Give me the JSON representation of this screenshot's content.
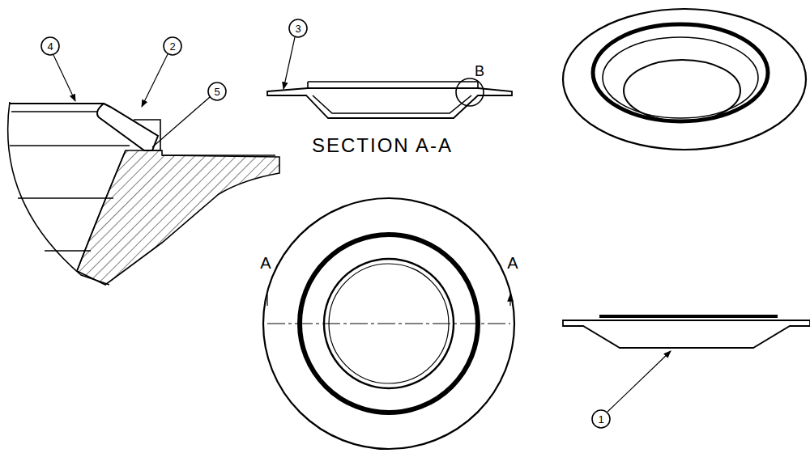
{
  "diagram": {
    "labels": [
      "4",
      "2",
      "5",
      "3",
      "B",
      "SECTION A-A",
      "A",
      "A",
      "1"
    ]
  }
}
